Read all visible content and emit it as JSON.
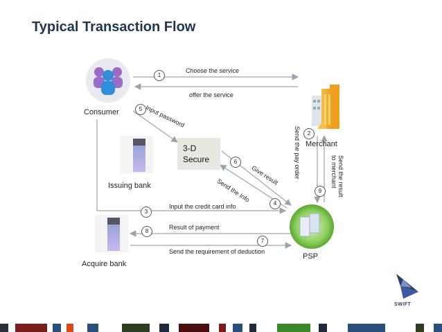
{
  "title": "Typical Transaction Flow",
  "nodes": {
    "consumer": "Consumer",
    "merchant": "Merchant",
    "issuing_bank": "Issuing  bank",
    "acquire_bank": "Acquire bank",
    "psp": "PSP",
    "secure_line1": "3-D",
    "secure_line2": "Secure"
  },
  "steps": {
    "s1": {
      "num": "1",
      "label": "Choose the service"
    },
    "s1b": {
      "label": "offer the service"
    },
    "s2": {
      "num": "2",
      "label": "Send the pay order"
    },
    "s3": {
      "num": "3",
      "label": "Input the credit card info"
    },
    "s4": {
      "num": "4",
      "label": "Send the Info"
    },
    "s5": {
      "num": "5",
      "label": "Input password"
    },
    "s6": {
      "num": "6",
      "label": "Give result"
    },
    "s7": {
      "num": "7",
      "label": "Send the requirement of deduction"
    },
    "s8": {
      "num": "8",
      "label": "Result of payment"
    },
    "s9": {
      "num": "9",
      "label": "Send the result to merchant"
    }
  },
  "logo_text": "SWIFT",
  "colors": {
    "title": "#1f3550",
    "arrow": "#9aa4ad",
    "person_blue": "#2f8fd8",
    "person_purple": "#9a6cc8",
    "building_orange": "#f0a020"
  }
}
